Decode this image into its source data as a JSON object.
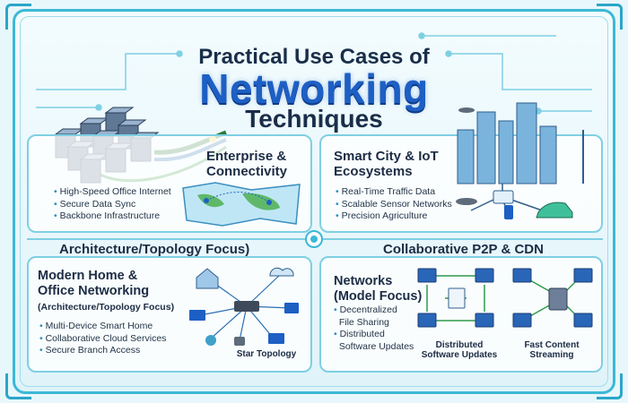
{
  "header": {
    "line1": "Practical Use Cases of",
    "line2": "Networking",
    "line3": "Techniques"
  },
  "enterprise": {
    "title_line1": "Enterprise &",
    "title_line2": "Connectivity",
    "bullets": [
      "High-Speed Office Internet",
      "Secure Data Sync",
      "Backbone Infrastructure"
    ]
  },
  "smart_city": {
    "title_line1": "Smart City & IoT",
    "title_line2": "Ecosystems",
    "bullets": [
      "Real-Time Traffic Data",
      "Scalable Sensor Networks",
      "Precision Agriculture"
    ]
  },
  "focus_left": "Architecture/Topology Focus)",
  "focus_right": "Collaborative P2P & CDN",
  "home": {
    "title_line1": "Modern Home &",
    "title_line2": "Office Networking",
    "subtitle": "(Architecture/Topology Focus)",
    "bullets": [
      "Multi-Device Smart Home",
      "Collaborative Cloud Services",
      "Secure Branch Access"
    ],
    "diagram_label": "Star Topology"
  },
  "p2p": {
    "title_line1": "Networks",
    "title_line2": "(Model Focus)",
    "bullets": [
      [
        "Decentralized",
        "File Sharing"
      ],
      [
        "Distributed",
        "Software Updates"
      ]
    ],
    "label_left": [
      "Distributed",
      "Software Updates"
    ],
    "label_right": [
      "Fast Content",
      "Streaming"
    ]
  },
  "colors": {
    "accent": "#1d5fc4",
    "frame": "#3bb9d6",
    "text": "#1c2c44"
  }
}
